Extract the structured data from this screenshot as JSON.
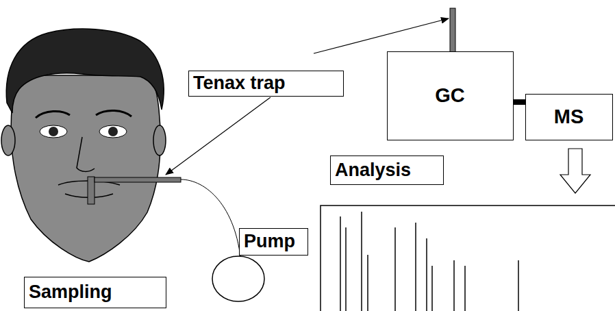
{
  "diagram": {
    "nodes": [
      {
        "text": [
          "Tenax trap"
        ]
      },
      {
        "text": [
          "GC"
        ]
      },
      {
        "text": [
          "MS"
        ]
      },
      {
        "text": [
          "Analysis"
        ]
      },
      {
        "text": [
          "Pump"
        ]
      },
      {
        "text": [
          "Sampling"
        ]
      }
    ],
    "edges": [
      {
        "from": 1,
        "to": 2,
        "arrow": "none"
      }
    ]
  }
}
